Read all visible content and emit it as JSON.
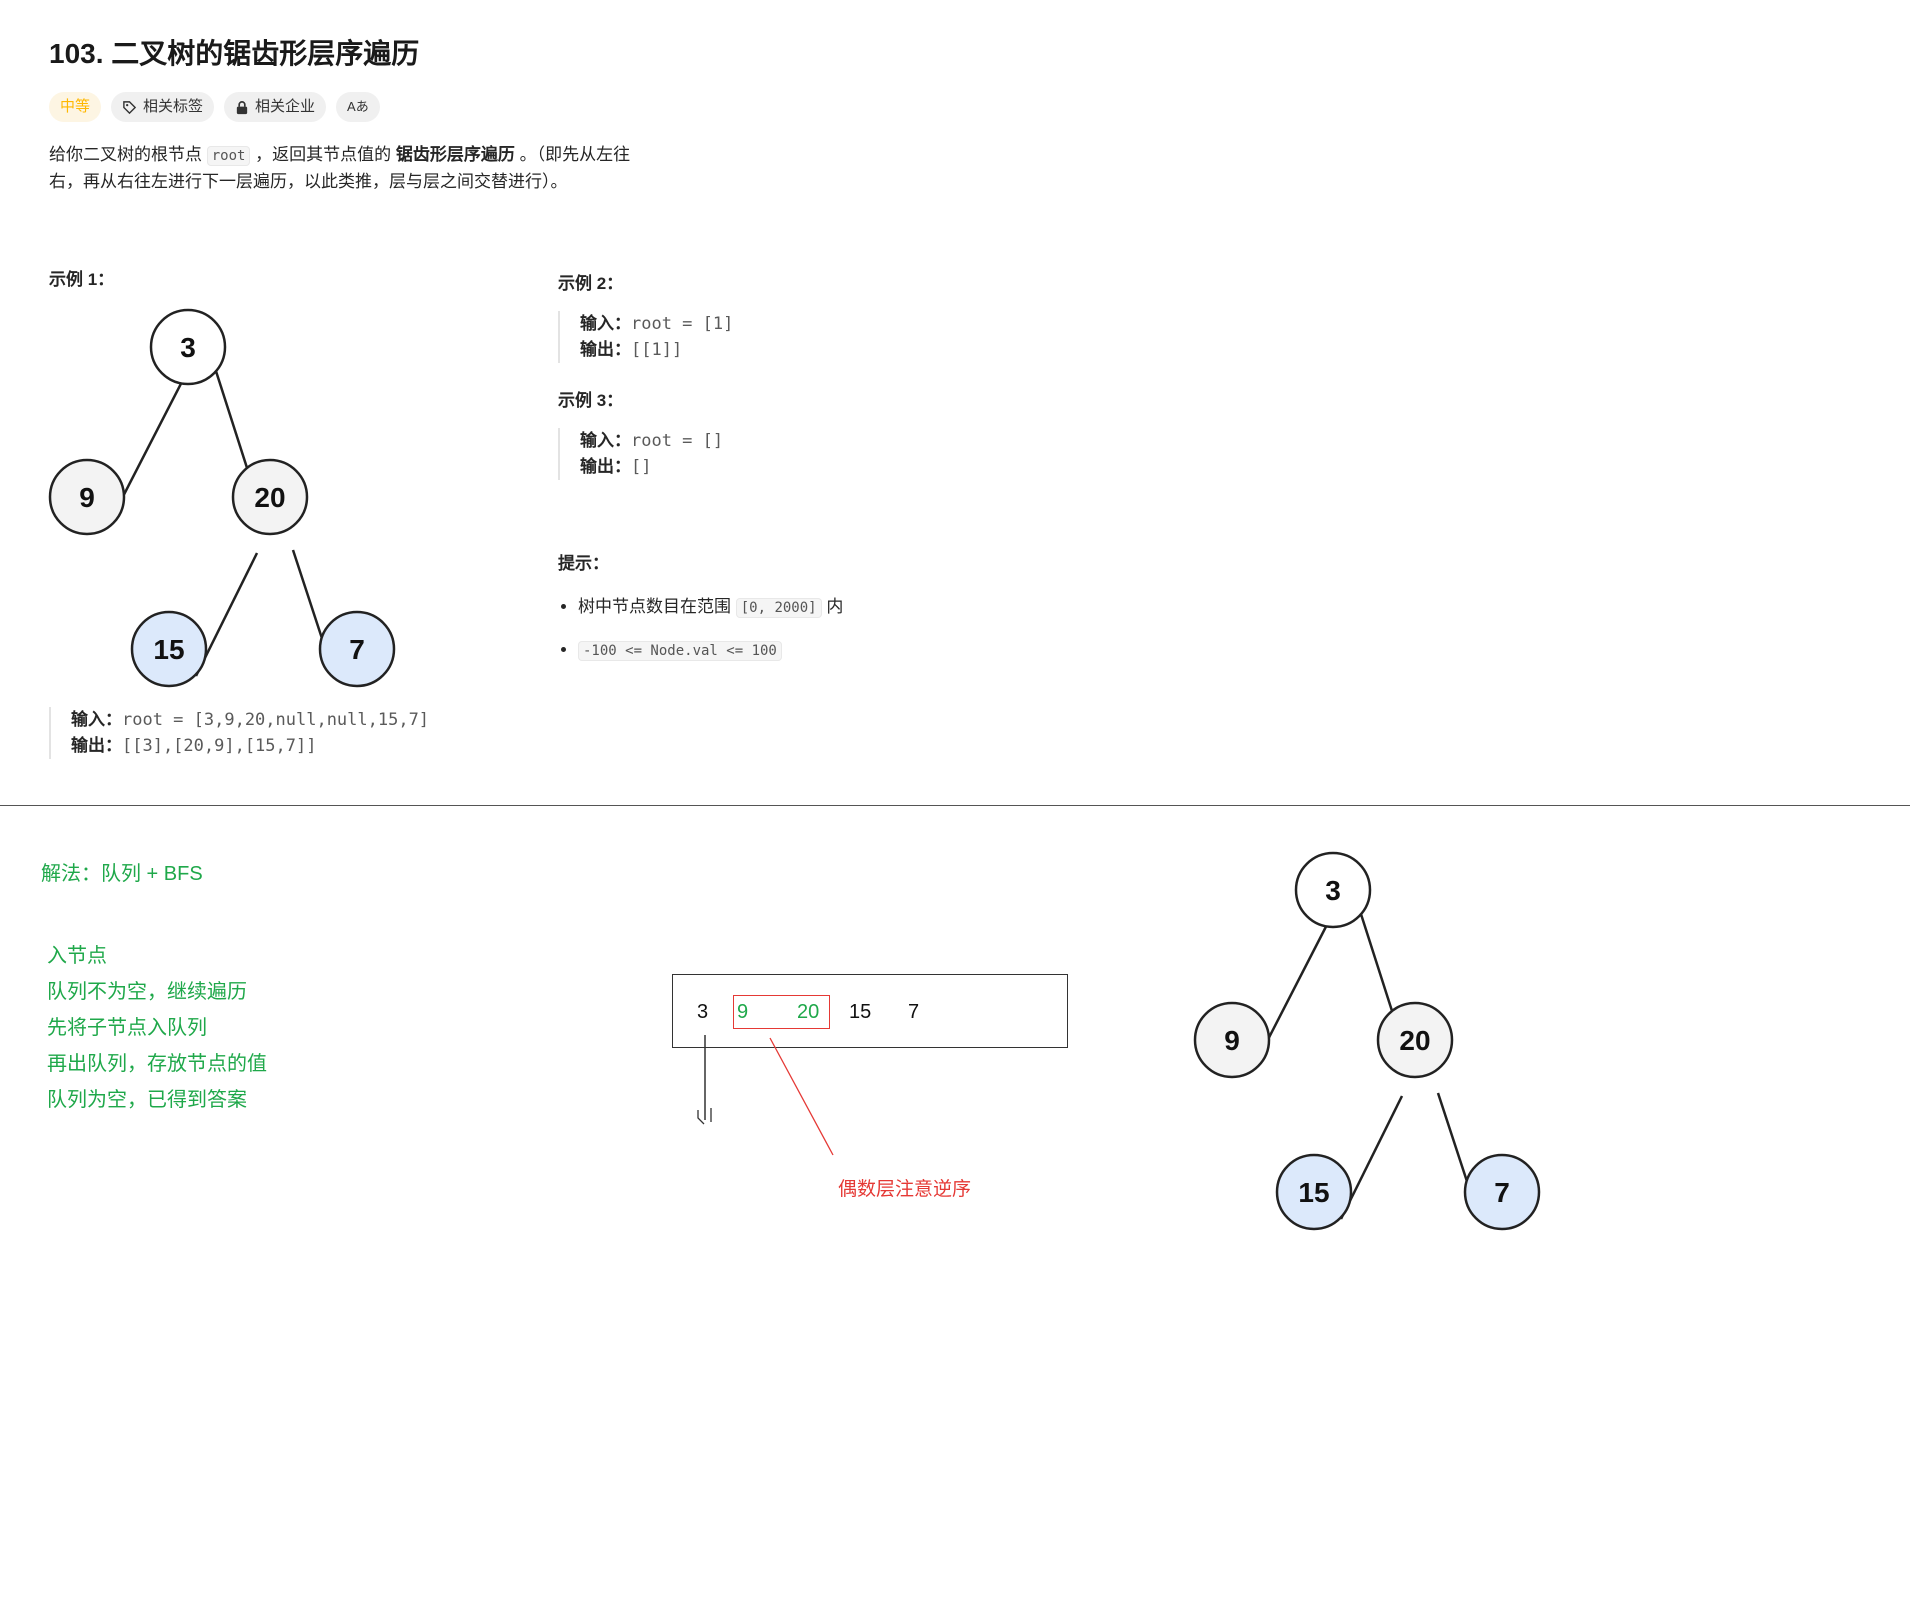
{
  "problem": {
    "title": "103. 二叉树的锯齿形层序遍历",
    "tags": [
      {
        "label": "中等",
        "icon": null
      },
      {
        "label": "相关标签",
        "icon": "tag-icon"
      },
      {
        "label": "相关企业",
        "icon": "lock-icon"
      },
      {
        "label": "Aあ",
        "icon": "translate-icon"
      }
    ],
    "desc": {
      "p1": "给你二叉树的根节点 ",
      "code": "root",
      "p2": " ，返回其节点值的 ",
      "bold": "锯齿形层序遍历",
      "p3": " 。（即先从左往右，再从右往左进行下一层遍历，以此类推，层与层之间交替进行）。"
    },
    "example1": {
      "heading": "示例 1：",
      "input_label": "输入：",
      "input": "root = [3,9,20,null,null,15,7]",
      "output_label": "输出：",
      "output": "[[3],[20,9],[15,7]]"
    },
    "example2": {
      "heading": "示例 2：",
      "input_label": "输入：",
      "input": "root = [1]",
      "output_label": "输出：",
      "output": "[[1]]"
    },
    "example3": {
      "heading": "示例 3：",
      "input_label": "输入：",
      "input": "root = []",
      "output_label": "输出：",
      "output": "[]"
    },
    "hints": {
      "heading": "提示：",
      "h1_pre": "树中节点数目在范围 ",
      "h1_code": "[0, 2000]",
      "h1_post": " 内",
      "h2_code": "-100 <= Node.val <= 100"
    }
  },
  "tree": {
    "nodes": [
      "3",
      "9",
      "20",
      "15",
      "7"
    ]
  },
  "notes": {
    "solution_title": "解法：队列 + BFS",
    "steps": [
      "入节点",
      "队列不为空，继续遍历",
      "先将子节点入队列",
      "再出队列，存放节点的值",
      "队列为空，已得到答案"
    ],
    "queue": [
      "3",
      "9",
      "20",
      "15",
      "7"
    ],
    "annotation": "偶数层注意逆序"
  },
  "colors": {
    "difficulty": "#ffb800",
    "note_green": "#1fa84a",
    "note_red": "#e53935",
    "leaf_fill": "#dce9fb",
    "node_fill": "#f3f3f3"
  }
}
